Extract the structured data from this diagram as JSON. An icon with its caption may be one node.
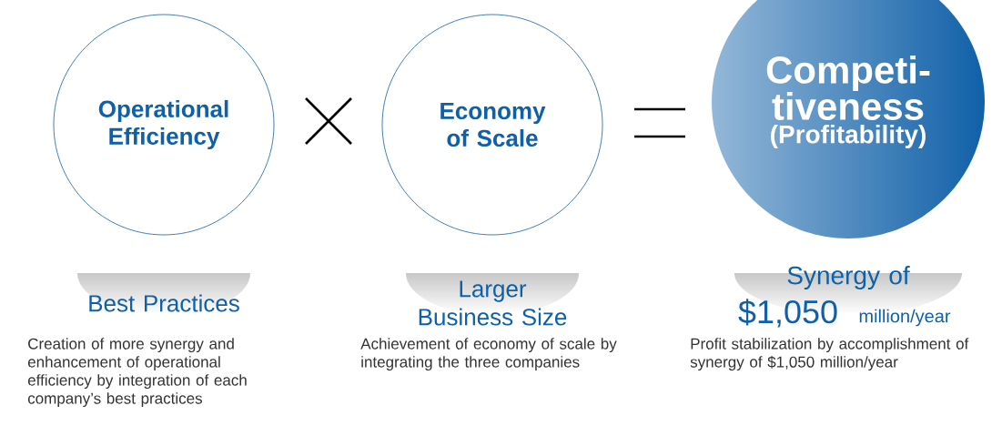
{
  "diagram": {
    "nodes": [
      {
        "text": [
          "Operational Efficiency"
        ],
        "beside": [
          "Best Practices",
          "Creation of more synergy and enhancement of operational efficiency by integration of each company’s best practices"
        ]
      },
      {
        "text": [
          "Economy of Scale"
        ],
        "beside": [
          "Larger Business Size",
          "Achievement of economy of scale by integrating the three companies"
        ]
      },
      {
        "text": [
          "Competi- tiveness",
          "(Profitability)"
        ],
        "beside": [
          "Synergy of",
          "$1,050",
          "million/year",
          "Profit stabilization by accomplishment of synergy of $1,050 million/year"
        ]
      }
    ]
  }
}
